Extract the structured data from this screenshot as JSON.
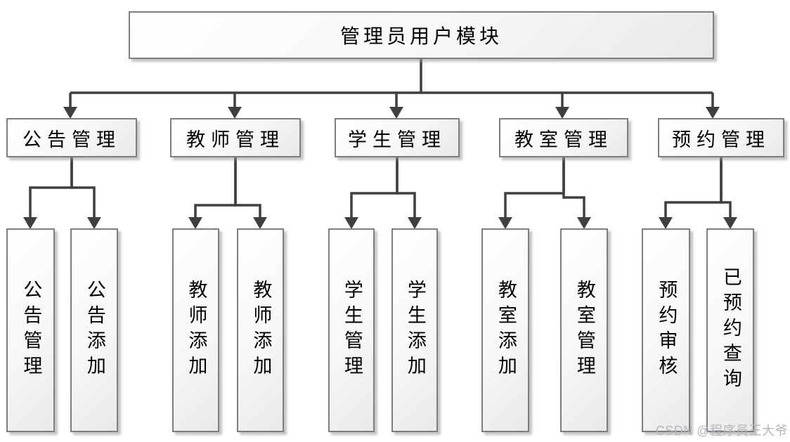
{
  "diagram": {
    "title": "管理员用户模块",
    "root": {
      "label": "管理员用户模块"
    },
    "groups": [
      {
        "parent": "公告管理",
        "children": [
          "公告管理",
          "公告添加"
        ]
      },
      {
        "parent": "教师管理",
        "children": [
          "教师添加",
          "教师添加"
        ]
      },
      {
        "parent": "学生管理",
        "children": [
          "学生管理",
          "学生添加"
        ]
      },
      {
        "parent": "教室管理",
        "children": [
          "教室添加",
          "教室管理"
        ]
      },
      {
        "parent": "预约管理",
        "children": [
          "预约审核",
          "已预约查询"
        ]
      }
    ]
  },
  "watermark": {
    "text": "CSDN @程序员王大爷"
  },
  "colors": {
    "line": "#3f3f3f",
    "box_border": "#7e7e7e",
    "box_fill_top": "#ffffff",
    "box_fill_bottom": "#e9e9e9",
    "watermark": "#b3b6bc"
  }
}
